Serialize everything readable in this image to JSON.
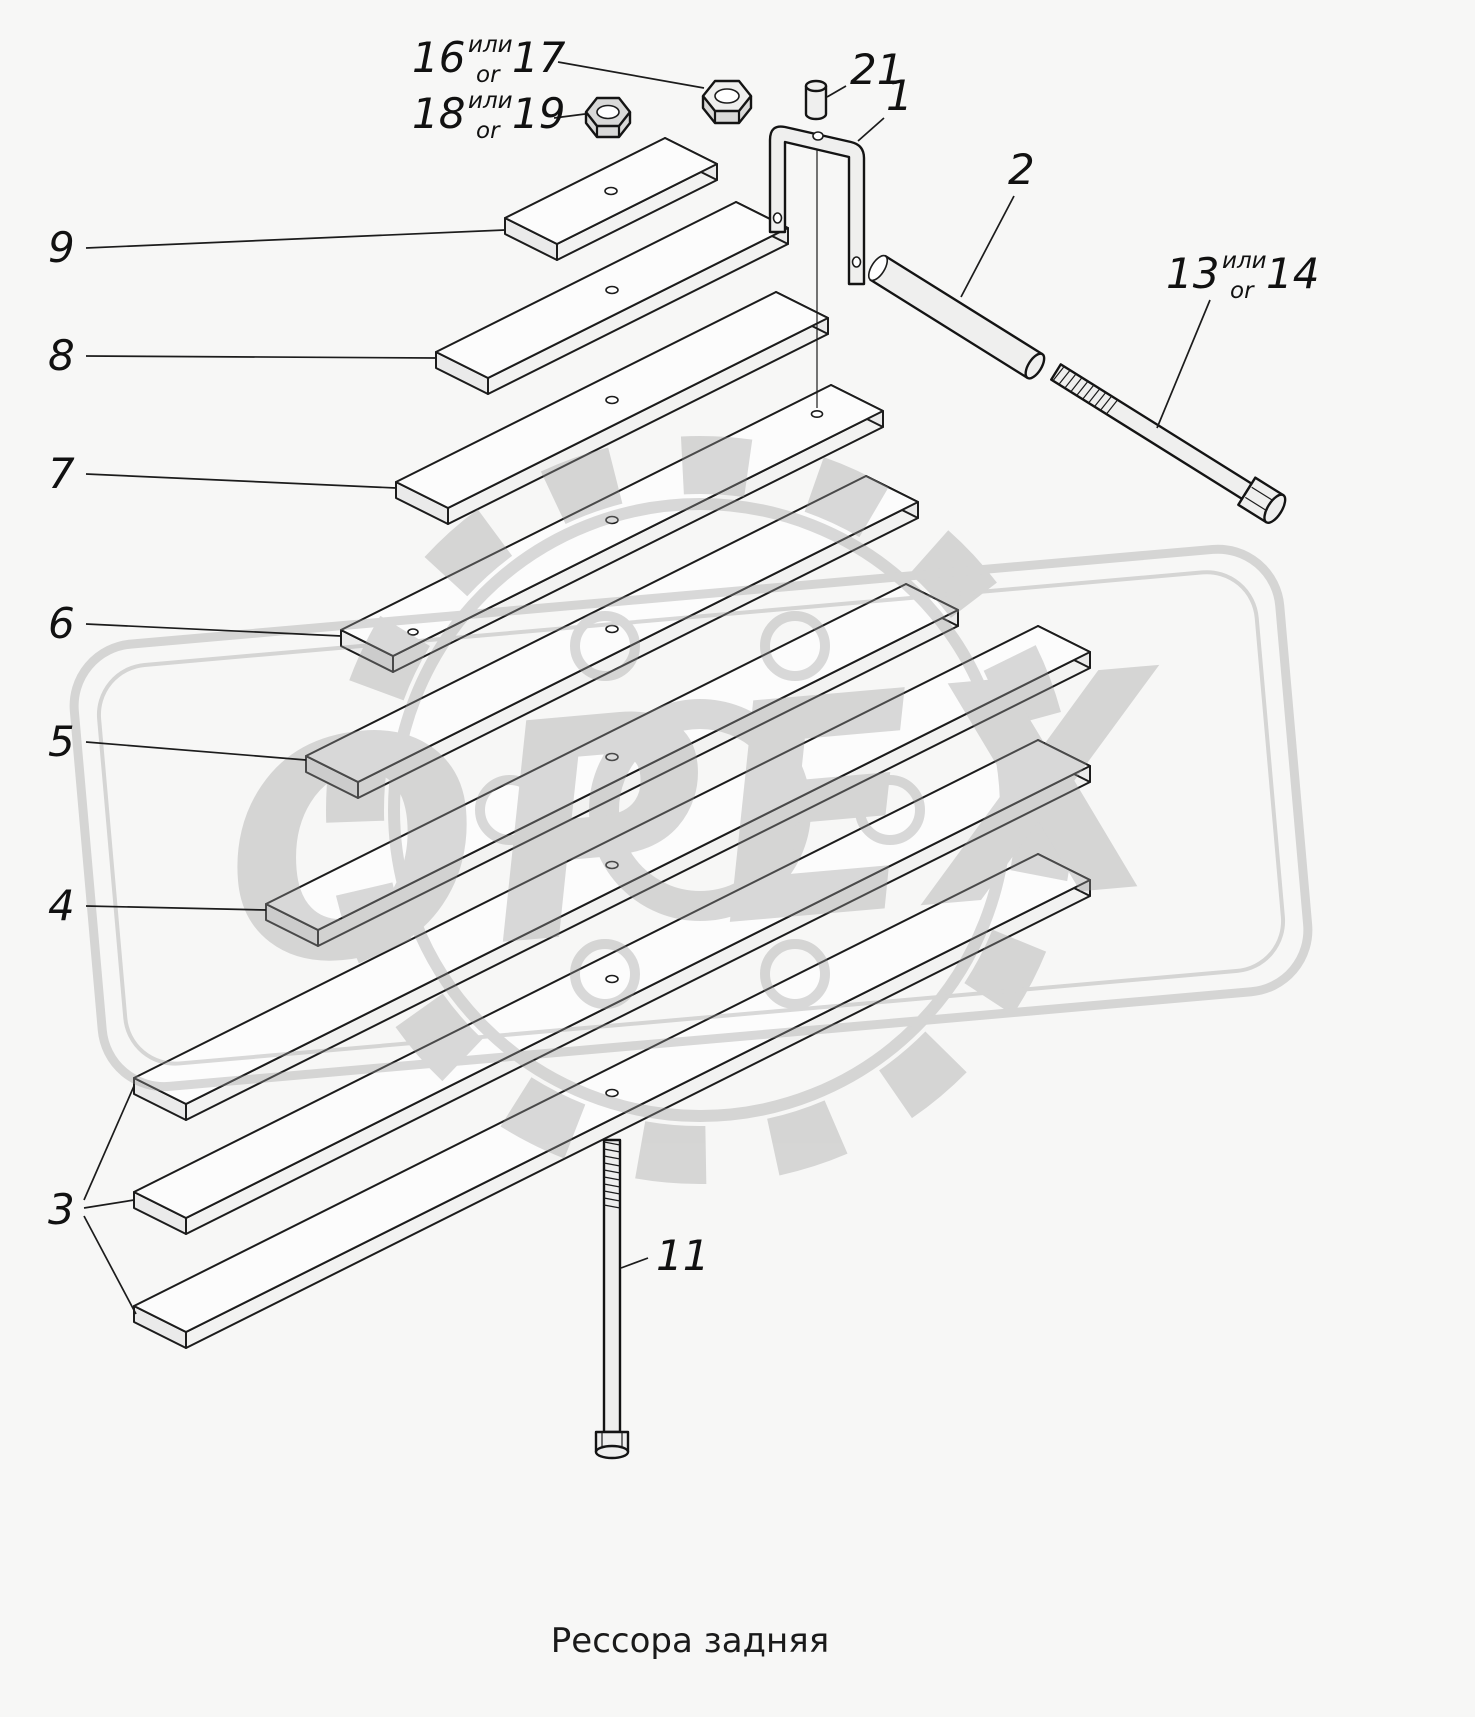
{
  "caption": "Рессора задняя",
  "watermark": {
    "text": "ОРЕХ"
  },
  "callouts": {
    "c1": "1",
    "c2": "2",
    "c3": "3",
    "c4": "4",
    "c5": "5",
    "c6": "6",
    "c7": "7",
    "c8": "8",
    "c9": "9",
    "c11": "11",
    "c13": "13",
    "c14": "14",
    "c16": "16",
    "c17": "17",
    "c18": "18",
    "c19": "19",
    "c21": "21",
    "ili": "или",
    "or_word": "or"
  }
}
